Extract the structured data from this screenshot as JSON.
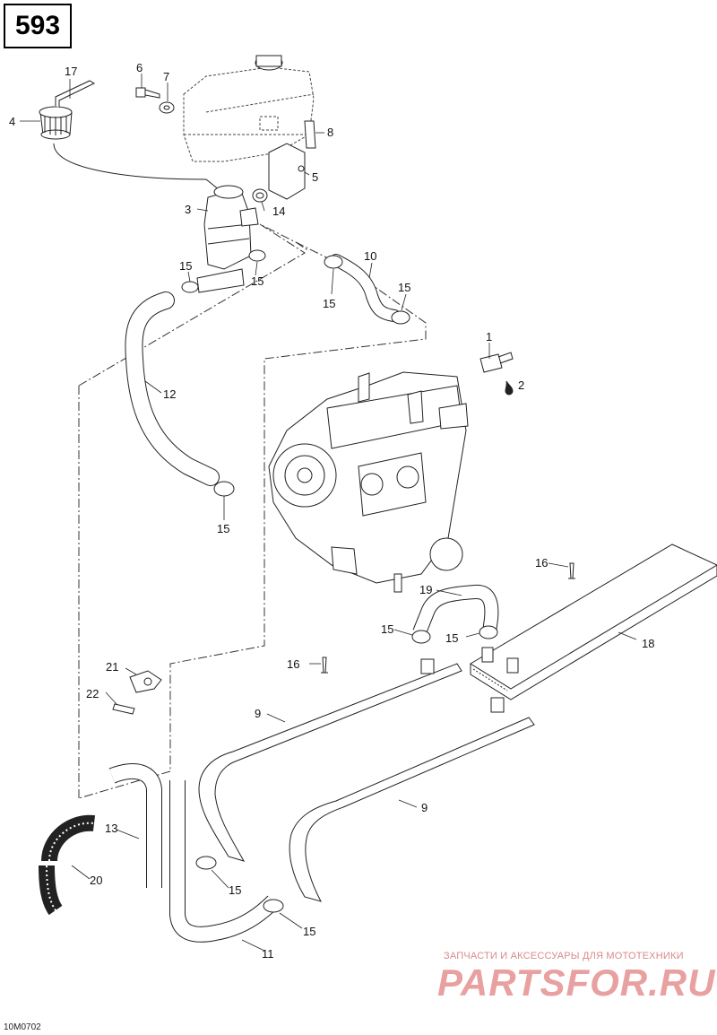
{
  "page": {
    "number": "593",
    "figure_code": "10M0702"
  },
  "watermark": {
    "tagline": "ЗАПЧАСТИ И АКСЕССУАРЫ ДЛЯ МОТОТЕХНИКИ",
    "brand": "PARTSFOR.RU"
  },
  "callouts": {
    "c1": "1",
    "c2": "2",
    "c3": "3",
    "c4": "4",
    "c5": "5",
    "c6": "6",
    "c7": "7",
    "c8": "8",
    "c9a": "9",
    "c9b": "9",
    "c10": "10",
    "c11": "11",
    "c12": "12",
    "c13": "13",
    "c14": "14",
    "c15a": "15",
    "c15b": "15",
    "c15c": "15",
    "c15d": "15",
    "c15e": "15",
    "c15f": "15",
    "c15g": "15",
    "c15h": "15",
    "c15i": "15",
    "c16a": "16",
    "c16b": "16",
    "c17": "17",
    "c18": "18",
    "c19": "19",
    "c20": "20",
    "c21": "21",
    "c22": "22"
  }
}
